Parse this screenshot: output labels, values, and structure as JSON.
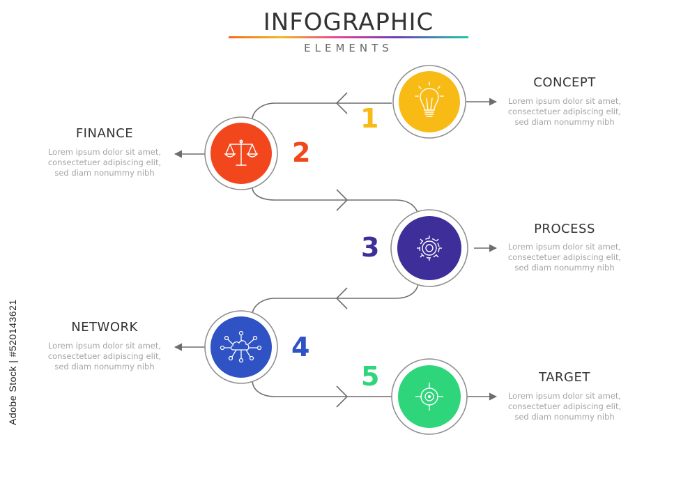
{
  "title": "INFOGRAPHIC",
  "subtitle": "ELEMENTS",
  "watermark": "Adobe Stock | #520143621",
  "colors": {
    "concept": "#f8bb16",
    "finance": "#f2471c",
    "process": "#3e2e9a",
    "network": "#2f52c4",
    "target": "#2ed57a",
    "connector": "#6d6d6d",
    "ring": "#8f8f8f"
  },
  "steps": [
    {
      "number": "1",
      "label": "CONCEPT",
      "icon": "lightbulb-icon",
      "color": "#f8bb16",
      "desc": [
        "Lorem ipsum dolor sit amet,",
        "consectetuer adipiscing elit,",
        "sed diam nonummy nibh"
      ]
    },
    {
      "number": "2",
      "label": "FINANCE",
      "icon": "scales-icon",
      "color": "#f2471c",
      "desc": [
        "Lorem ipsum dolor sit amet,",
        "consectetuer adipiscing elit,",
        "sed diam nonummy nibh"
      ]
    },
    {
      "number": "3",
      "label": "PROCESS",
      "icon": "gear-icon",
      "color": "#3e2e9a",
      "desc": [
        "Lorem ipsum dolor sit amet,",
        "consectetuer adipiscing elit,",
        "sed diam nonummy nibh"
      ]
    },
    {
      "number": "4",
      "label": "NETWORK",
      "icon": "cloud-network-icon",
      "color": "#2f52c4",
      "desc": [
        "Lorem ipsum dolor sit amet,",
        "consectetuer adipiscing elit,",
        "sed diam nonummy nibh"
      ]
    },
    {
      "number": "5",
      "label": "TARGET",
      "icon": "target-icon",
      "color": "#2ed57a",
      "desc": [
        "Lorem ipsum dolor sit amet,",
        "consectetuer adipiscing elit,",
        "sed diam nonummy nibh"
      ]
    }
  ]
}
